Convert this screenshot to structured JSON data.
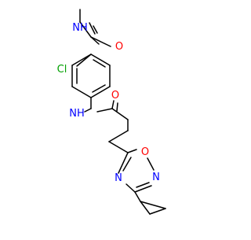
{
  "atom_labels": {
    "amide_top_o": "O",
    "amide_top_nh": "NH",
    "chlorine": "Cl",
    "amide_mid_nh": "NH",
    "amide_mid_o": "O",
    "oxadiazole_o": "O",
    "oxadiazole_n_upper": "N",
    "oxadiazole_n_lower": "N"
  },
  "colors": {
    "bond": "#000000",
    "oxygen": "#ff0000",
    "nitrogen": "#0000ff",
    "chlorine": "#00a000",
    "background": "#ffffff"
  }
}
